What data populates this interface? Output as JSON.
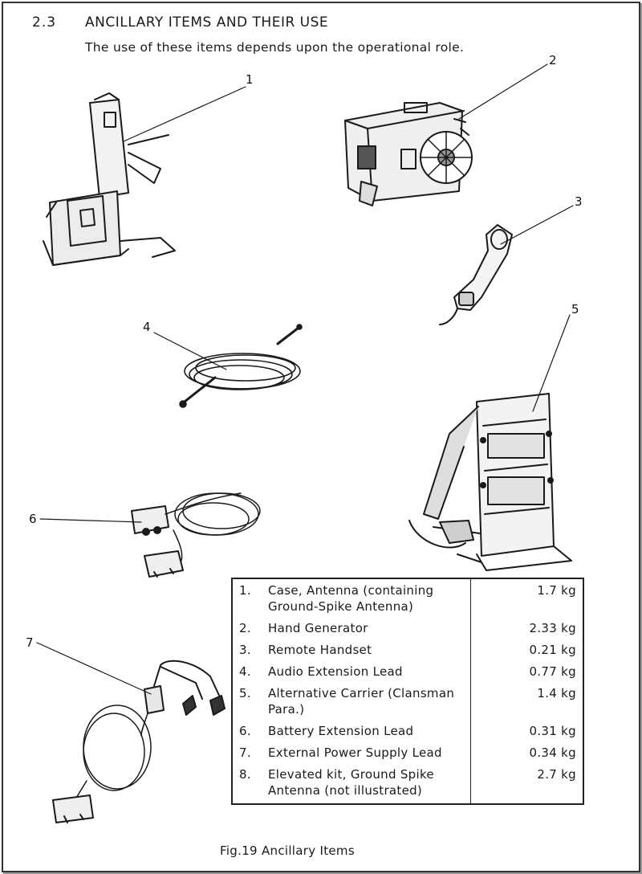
{
  "section": {
    "number": "2.3",
    "title": "ANCILLARY ITEMS AND THEIR USE",
    "intro": "The use of these items depends upon the operational role."
  },
  "callouts": [
    "1",
    "2",
    "3",
    "4",
    "5",
    "6",
    "7"
  ],
  "items": [
    {
      "num": "1.",
      "desc": "Case, Antenna (containing Ground-Spike Antenna)",
      "weight": "1.7 kg"
    },
    {
      "num": "2.",
      "desc": "Hand Generator",
      "weight": "2.33 kg"
    },
    {
      "num": "3.",
      "desc": "Remote Handset",
      "weight": "0.21 kg"
    },
    {
      "num": "4.",
      "desc": "Audio Extension Lead",
      "weight": "0.77 kg"
    },
    {
      "num": "5.",
      "desc": "Alternative Carrier (Clansman Para.)",
      "weight": "1.4 kg"
    },
    {
      "num": "6.",
      "desc": "Battery Extension Lead",
      "weight": "0.31 kg"
    },
    {
      "num": "7.",
      "desc": "External Power Supply Lead",
      "weight": "0.34 kg"
    },
    {
      "num": "8.",
      "desc": "Elevated kit, Ground Spike Antenna (not illustrated)",
      "weight": "2.7 kg"
    }
  ],
  "caption": "Fig.19 Ancillary Items"
}
